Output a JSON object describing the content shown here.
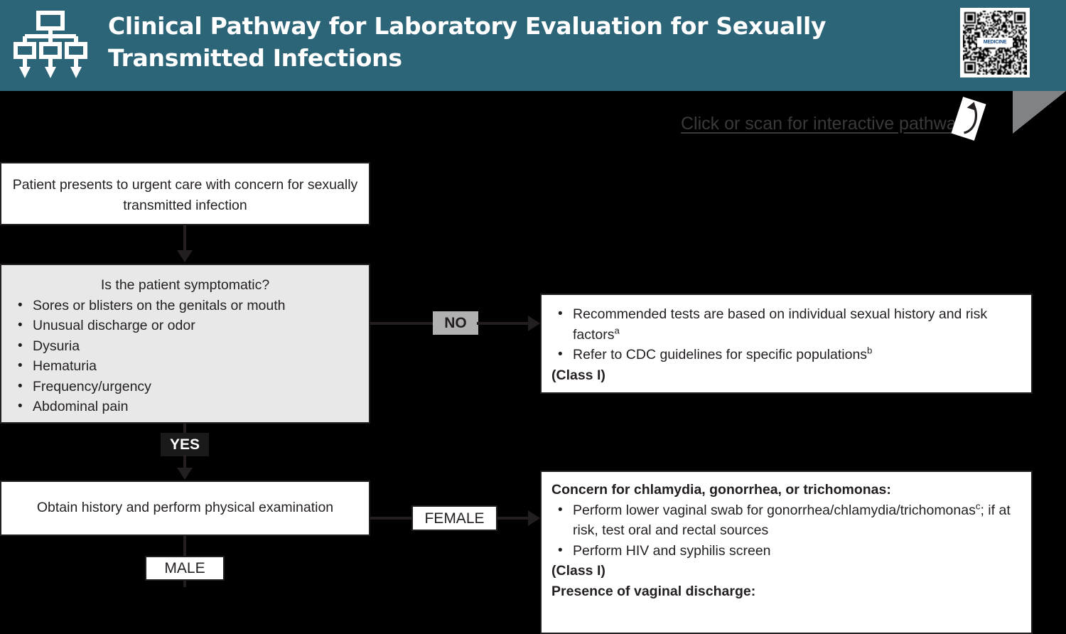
{
  "header": {
    "title": "Clinical Pathway for Laboratory Evaluation for Sexually\nTransmitted Infections",
    "icon_name": "flowchart-hierarchy-icon",
    "background_color": "#2c6478",
    "qr_logo_text": "MEDICINE"
  },
  "scan": {
    "link_text": "Click or scan for interactive pathway",
    "arrow_icon": "curved-arrow-icon"
  },
  "flow": {
    "node_start": {
      "text": "Patient presents to urgent care with concern for sexually transmitted infection"
    },
    "node_symptomatic": {
      "question": "Is the patient symptomatic?",
      "items": [
        "Sores or blisters on the genitals or mouth",
        "Unusual discharge or odor",
        "Dysuria",
        "Hematuria",
        "Frequency/urgency",
        "Abdominal pain"
      ]
    },
    "node_asymptomatic_result": {
      "items": [
        {
          "text": "Recommended tests are based on individual sexual history and risk factors",
          "sup": "a"
        },
        {
          "text": "Refer to CDC guidelines for specific populations",
          "sup": "b"
        }
      ],
      "class_label": "(Class I)"
    },
    "node_history": {
      "text": "Obtain history and perform physical examination"
    },
    "node_female_result": {
      "heading": "Concern for chlamydia, gonorrhea, or trichomonas:",
      "items": [
        {
          "text": "Perform lower vaginal swab for gonorrhea/chlamydia/trichomonas",
          "sup": "c",
          "tail": "; if at risk, test oral and rectal sources"
        },
        {
          "text": "Perform HIV and syphilis screen",
          "sup": "",
          "tail": ""
        }
      ],
      "class_label": "(Class I)",
      "next_heading": "Presence of vaginal discharge:"
    },
    "labels": {
      "no": "NO",
      "yes": "YES",
      "female": "FEMALE",
      "male": "MALE"
    }
  },
  "colors": {
    "header_teal": "#2c6478",
    "canvas_black": "#000000",
    "box_gray": "#e8e8e8",
    "label_gray": "#b0b0b0",
    "label_dark": "#1a1a1a",
    "ink": "#231f20",
    "corner_gray": "#808285"
  }
}
